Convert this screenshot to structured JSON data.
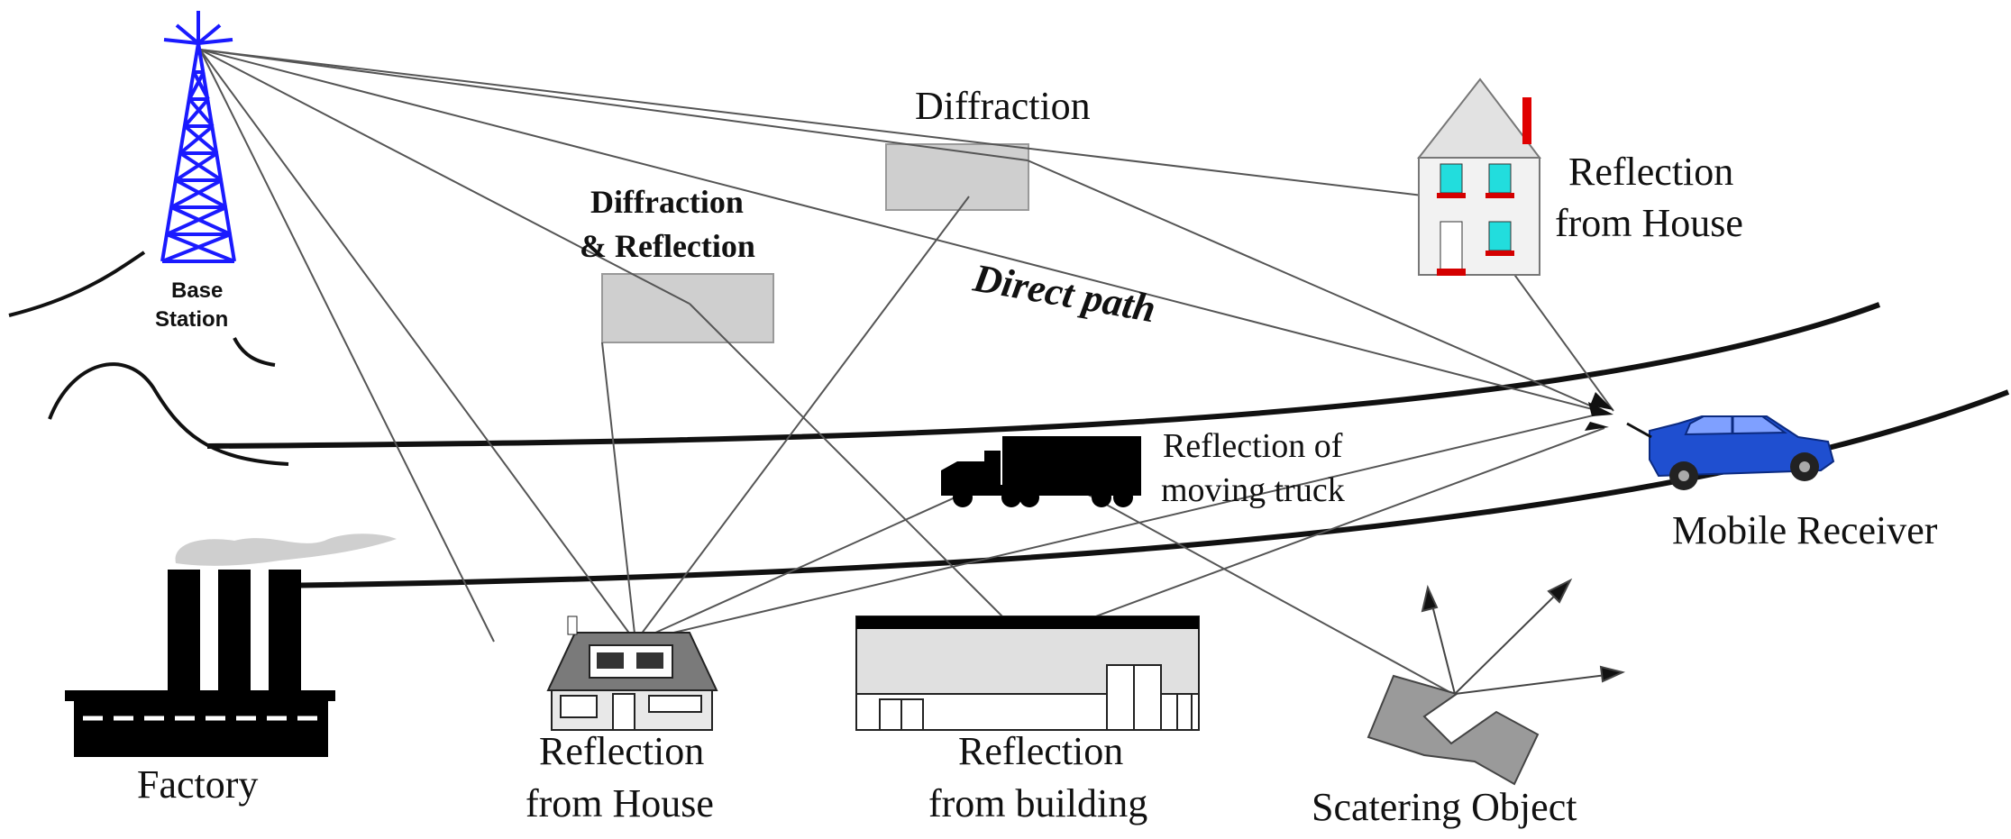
{
  "labels": {
    "base_station_line1": "Base",
    "base_station_line2": "Station",
    "diffraction": "Diffraction",
    "diffraction_reflection_line1": "Diffraction",
    "diffraction_reflection_line2": "& Reflection",
    "direct_path": "Direct path",
    "reflection_house_top_line1": "Reflection",
    "reflection_house_top_line2": "from House",
    "reflection_truck_line1": "Reflection of",
    "reflection_truck_line2": "moving truck",
    "mobile_receiver": "Mobile Receiver",
    "factory": "Factory",
    "reflection_house_bottom_line1": "Reflection",
    "reflection_house_bottom_line2": "from House",
    "reflection_building_line1": "Reflection",
    "reflection_building_line2": "from building",
    "scattering_object": "Scatering Object"
  },
  "colors": {
    "tower": "#1a1aff",
    "car": "#1f4fd0",
    "obstacle_fill": "#cfcfcf",
    "window": "#22dddd",
    "accent_red": "#e00000",
    "ray": "#555555"
  }
}
